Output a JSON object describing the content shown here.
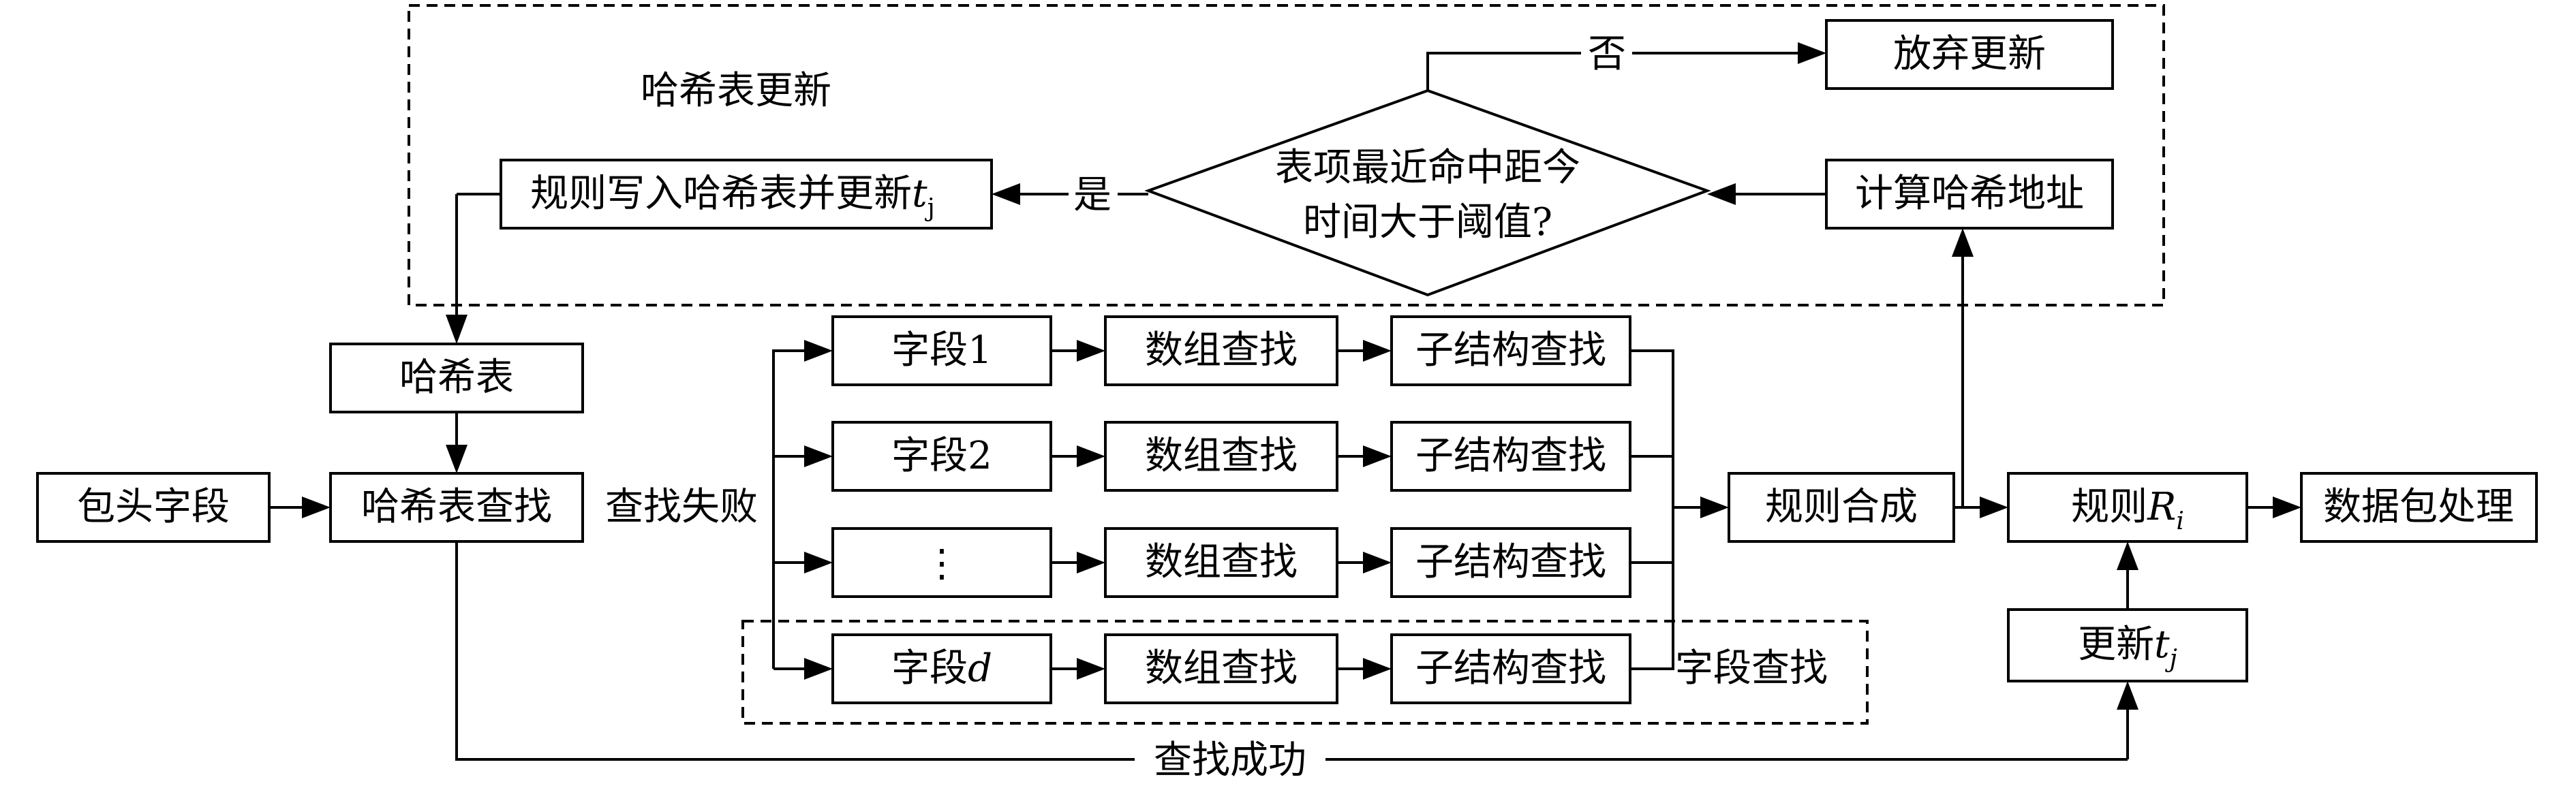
{
  "nodes": {
    "hash_update_title": "哈希表更新",
    "give_up_update": "放弃更新",
    "no_label": "否",
    "yes_label": "是",
    "condition_line1": "表项最近命中距今",
    "condition_line2": "时间大于阈值?",
    "calc_hash_address": "计算哈希地址",
    "rule_write": "规则写入哈希表并更新",
    "rule_write_var": "t",
    "rule_write_sub": "j",
    "hash_table": "哈希表",
    "header_fields": "包头字段",
    "hash_lookup": "哈希表查找",
    "lookup_fail": "查找失败",
    "lookup_success": "查找成功",
    "field_1": "字段1",
    "field_2": "字段2",
    "field_dots": "⋮",
    "field_d_prefix": "字段",
    "field_d_var": "d",
    "array_lookup": "数组查找",
    "substructure_lookup": "子结构查找",
    "field_lookup_label": "字段查找",
    "rule_synthesis": "规则合成",
    "rule_prefix": "规则",
    "rule_var": "R",
    "rule_sub": "i",
    "packet_processing": "数据包处理",
    "update_prefix": "更新",
    "update_var": "t",
    "update_sub": "j"
  }
}
